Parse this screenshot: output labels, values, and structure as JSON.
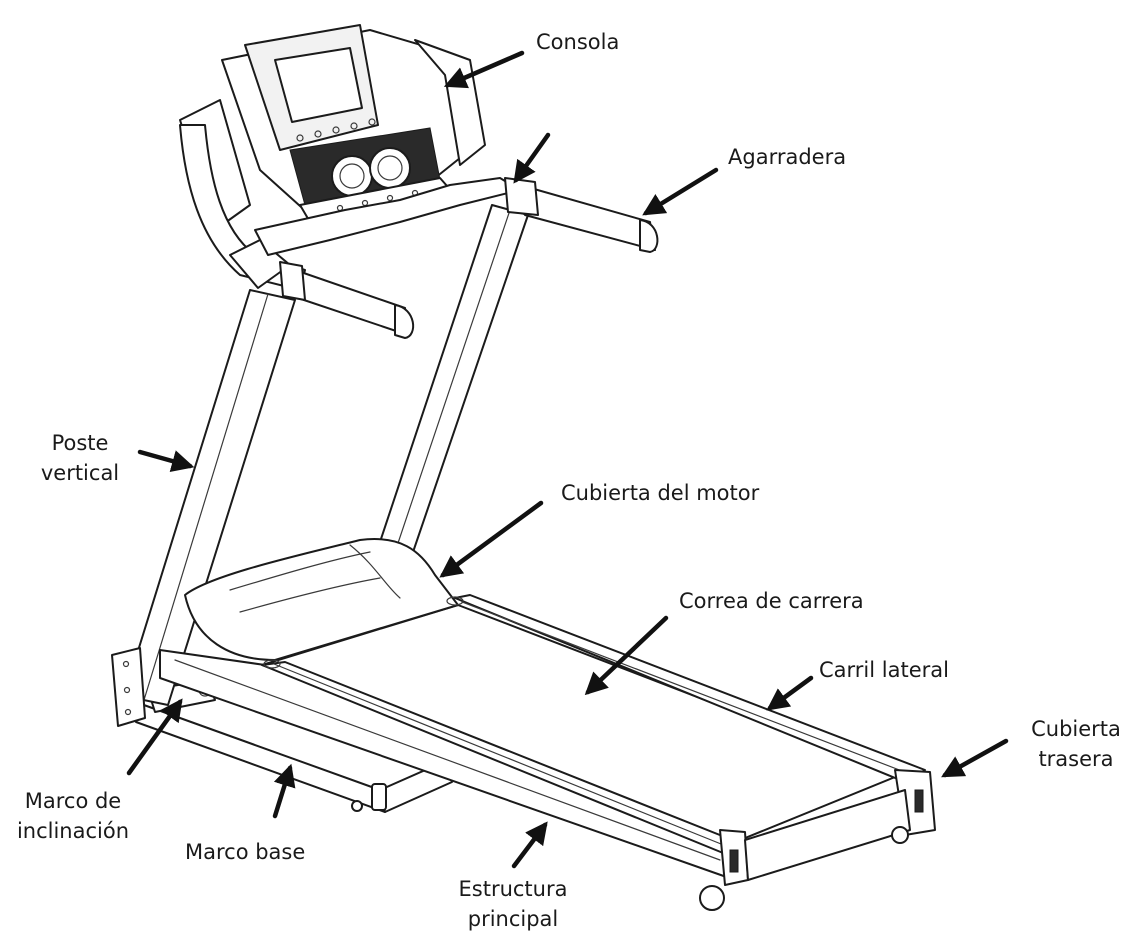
{
  "labels": {
    "consola": "Consola",
    "agarradera": "Agarradera",
    "poste_vertical": [
      "Poste",
      "vertical"
    ],
    "cubierta_motor": "Cubierta del motor",
    "correa_carrera": "Correa de carrera",
    "carril_lateral": "Carril lateral",
    "cubierta_trasera": [
      "Cubierta",
      "trasera"
    ],
    "marco_inclinacion": [
      "Marco de",
      "inclinación"
    ],
    "marco_base": "Marco base",
    "estructura_principal": [
      "Estructura",
      "principal"
    ]
  },
  "colors": {
    "line": "#1b1b1b",
    "text": "#1a1a1a",
    "background": "#ffffff"
  }
}
